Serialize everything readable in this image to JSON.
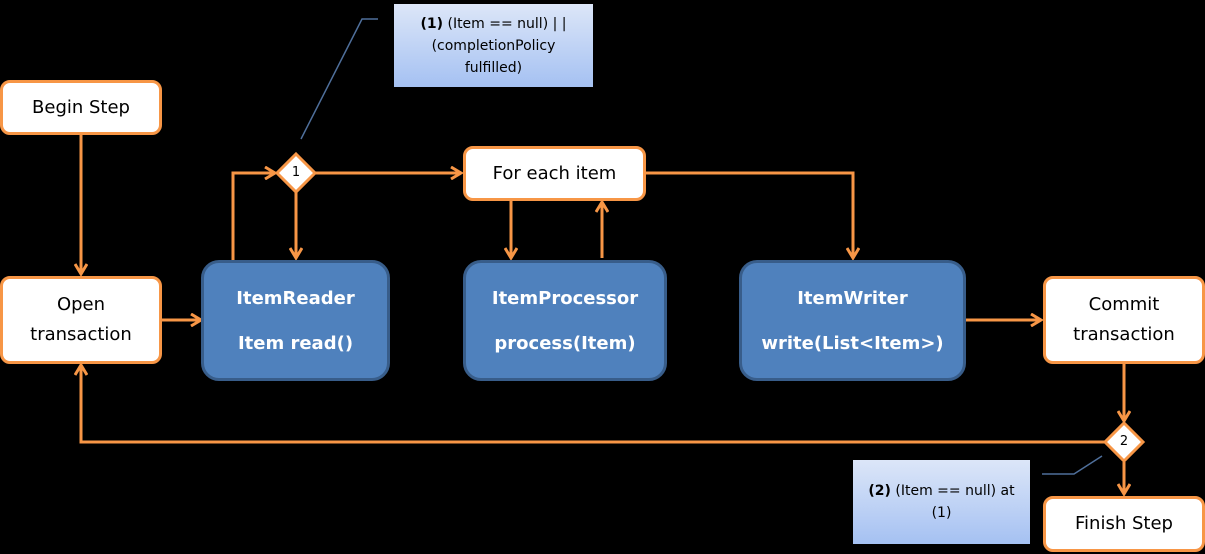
{
  "nodes": {
    "begin_step": "Begin Step",
    "open_transaction": "Open transaction",
    "for_each_item": "For each item",
    "item_reader": {
      "title": "ItemReader",
      "method": "Item read()"
    },
    "item_processor": {
      "title": "ItemProcessor",
      "method": "process(Item)"
    },
    "item_writer": {
      "title": "ItemWriter",
      "method": "write(List<Item>)"
    },
    "commit_transaction": "Commit transaction",
    "finish_step": "Finish Step"
  },
  "decisions": {
    "d1": "1",
    "d2": "2"
  },
  "notes": {
    "note1": {
      "tag": "(1)",
      "text": " (Item == null)  | | (completionPolicy fulfilled)"
    },
    "note2": {
      "tag": "(2)",
      "text": " (Item == null) at (1)"
    }
  },
  "colors": {
    "connector": "#f79646",
    "process_fill": "#4f81bd",
    "process_border": "#385d8a",
    "callout_line": "#4f6f9b"
  }
}
